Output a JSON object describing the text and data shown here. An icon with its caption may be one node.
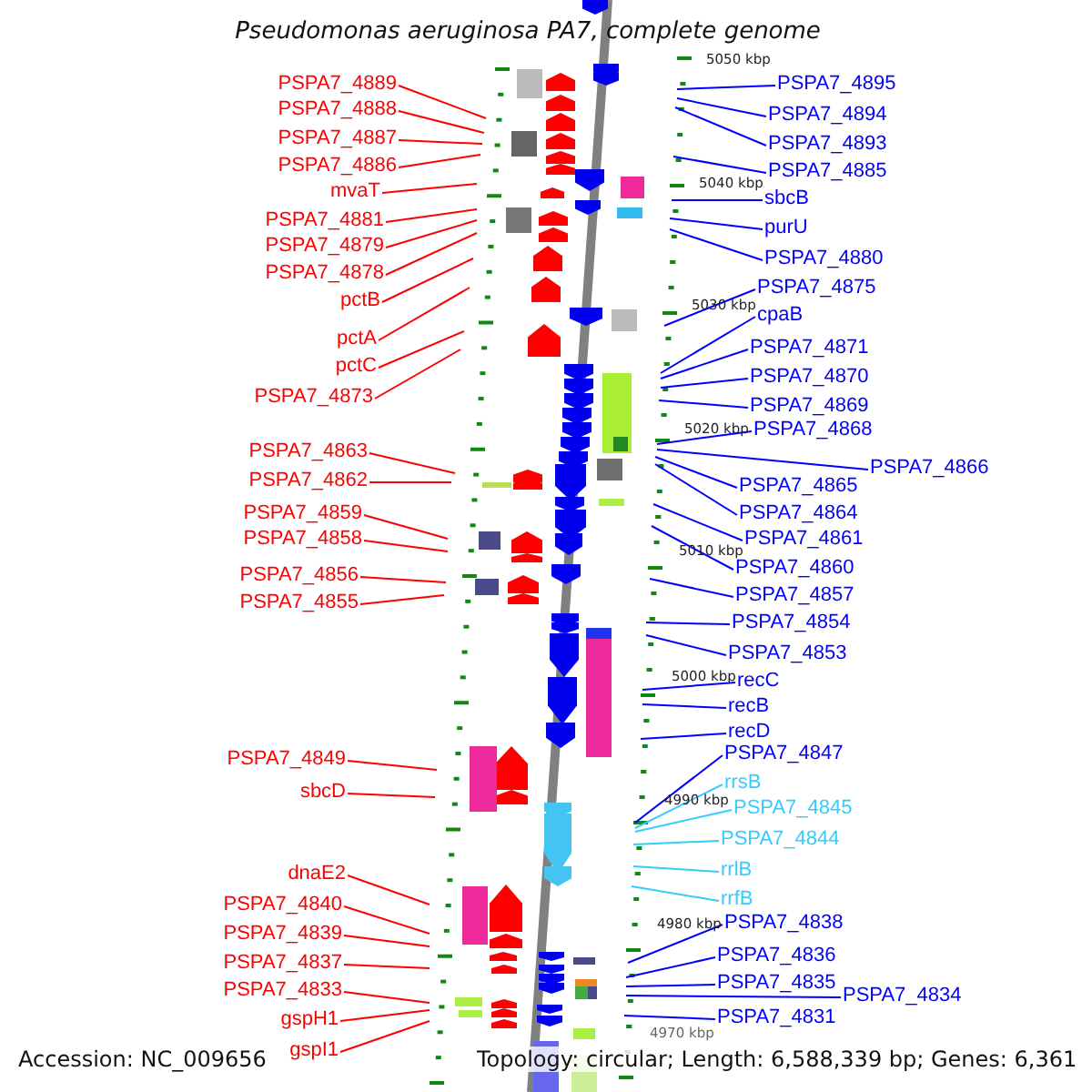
{
  "diagram": {
    "title": "Pseudomonas aeruginosa PA7, complete genome",
    "nodes": [
      {
        "text": [
          "PSPA7_4889"
        ]
      },
      {
        "text": [
          "PSPA7_4888"
        ]
      },
      {
        "text": [
          "PSPA7_4887"
        ]
      },
      {
        "text": [
          "PSPA7_4886"
        ]
      },
      {
        "text": [
          "mvaT"
        ]
      },
      {
        "text": [
          "PSPA7_4881"
        ]
      },
      {
        "text": [
          "PSPA7_4879"
        ]
      },
      {
        "text": [
          "PSPA7_4878"
        ]
      },
      {
        "text": [
          "pctB"
        ]
      },
      {
        "text": [
          "pctA"
        ]
      },
      {
        "text": [
          "pctC"
        ]
      },
      {
        "text": [
          "PSPA7_4873"
        ]
      },
      {
        "text": [
          "PSPA7_4863"
        ]
      },
      {
        "text": [
          "PSPA7_4862"
        ]
      },
      {
        "text": [
          "PSPA7_4859"
        ]
      },
      {
        "text": [
          "PSPA7_4858"
        ]
      },
      {
        "text": [
          "PSPA7_4856"
        ]
      },
      {
        "text": [
          "PSPA7_4855"
        ]
      },
      {
        "text": [
          "PSPA7_4849"
        ]
      },
      {
        "text": [
          "sbcD"
        ]
      },
      {
        "text": [
          "dnaE2"
        ]
      },
      {
        "text": [
          "PSPA7_4840"
        ]
      },
      {
        "text": [
          "PSPA7_4839"
        ]
      },
      {
        "text": [
          "PSPA7_4837"
        ]
      },
      {
        "text": [
          "PSPA7_4833"
        ]
      },
      {
        "text": [
          "gspH1"
        ]
      },
      {
        "text": [
          "gspI1"
        ]
      },
      {
        "text": [
          "PSPA7_4895"
        ]
      },
      {
        "text": [
          "PSPA7_4894"
        ]
      },
      {
        "text": [
          "PSPA7_4893"
        ]
      },
      {
        "text": [
          "PSPA7_4885"
        ]
      },
      {
        "text": [
          "sbcB"
        ]
      },
      {
        "text": [
          "purU"
        ]
      },
      {
        "text": [
          "PSPA7_4880"
        ]
      },
      {
        "text": [
          "PSPA7_4875"
        ]
      },
      {
        "text": [
          "cpaB"
        ]
      },
      {
        "text": [
          "PSPA7_4871"
        ]
      },
      {
        "text": [
          "PSPA7_4870"
        ]
      },
      {
        "text": [
          "PSPA7_4869"
        ]
      },
      {
        "text": [
          "PSPA7_4868"
        ]
      },
      {
        "text": [
          "PSPA7_4866"
        ]
      },
      {
        "text": [
          "PSPA7_4865"
        ]
      },
      {
        "text": [
          "PSPA7_4864"
        ]
      },
      {
        "text": [
          "PSPA7_4861"
        ]
      },
      {
        "text": [
          "PSPA7_4860"
        ]
      },
      {
        "text": [
          "PSPA7_4857"
        ]
      },
      {
        "text": [
          "PSPA7_4854"
        ]
      },
      {
        "text": [
          "PSPA7_4853"
        ]
      },
      {
        "text": [
          "recC"
        ]
      },
      {
        "text": [
          "recB"
        ]
      },
      {
        "text": [
          "recD"
        ]
      },
      {
        "text": [
          "PSPA7_4847"
        ]
      },
      {
        "text": [
          "rrsB"
        ]
      },
      {
        "text": [
          "PSPA7_4845"
        ]
      },
      {
        "text": [
          "PSPA7_4844"
        ]
      },
      {
        "text": [
          "rrlB"
        ]
      },
      {
        "text": [
          "rrfB"
        ]
      },
      {
        "text": [
          "PSPA7_4838"
        ]
      },
      {
        "text": [
          "PSPA7_4836"
        ]
      },
      {
        "text": [
          "PSPA7_4835"
        ]
      },
      {
        "text": [
          "PSPA7_4834"
        ]
      },
      {
        "text": [
          "PSPA7_4831"
        ]
      }
    ],
    "edges": [
      {
        "from": 0,
        "to": null,
        "arrow": "none",
        "color": "#ff0000"
      },
      {
        "from": 1,
        "to": null,
        "arrow": "none",
        "color": "#ff0000"
      },
      {
        "from": 2,
        "to": null,
        "arrow": "none",
        "color": "#ff0000"
      },
      {
        "from": 3,
        "to": null,
        "arrow": "none",
        "color": "#ff0000"
      },
      {
        "from": 4,
        "to": null,
        "arrow": "none",
        "color": "#ff0000"
      },
      {
        "from": 5,
        "to": null,
        "arrow": "none",
        "color": "#ff0000"
      },
      {
        "from": 6,
        "to": null,
        "arrow": "none",
        "color": "#ff0000"
      },
      {
        "from": 7,
        "to": null,
        "arrow": "none",
        "color": "#ff0000"
      },
      {
        "from": 8,
        "to": null,
        "arrow": "none",
        "color": "#ff0000"
      },
      {
        "from": 9,
        "to": null,
        "arrow": "none",
        "color": "#ff0000"
      },
      {
        "from": 10,
        "to": null,
        "arrow": "none",
        "color": "#ff0000"
      },
      {
        "from": 11,
        "to": null,
        "arrow": "none",
        "color": "#ff0000"
      },
      {
        "from": 12,
        "to": null,
        "arrow": "none",
        "color": "#ff0000"
      },
      {
        "from": 13,
        "to": null,
        "arrow": "none",
        "color": "#ff0000"
      },
      {
        "from": 14,
        "to": null,
        "arrow": "none",
        "color": "#ff0000"
      },
      {
        "from": 15,
        "to": null,
        "arrow": "none",
        "color": "#ff0000"
      },
      {
        "from": 16,
        "to": null,
        "arrow": "none",
        "color": "#ff0000"
      },
      {
        "from": 17,
        "to": null,
        "arrow": "none",
        "color": "#ff0000"
      },
      {
        "from": 18,
        "to": null,
        "arrow": "none",
        "color": "#ff0000"
      },
      {
        "from": 19,
        "to": null,
        "arrow": "none",
        "color": "#ff0000"
      },
      {
        "from": 20,
        "to": null,
        "arrow": "none",
        "color": "#ff0000"
      },
      {
        "from": 21,
        "to": null,
        "arrow": "none",
        "color": "#ff0000"
      },
      {
        "from": 22,
        "to": null,
        "arrow": "none",
        "color": "#ff0000"
      },
      {
        "from": 23,
        "to": null,
        "arrow": "none",
        "color": "#ff0000"
      },
      {
        "from": 24,
        "to": null,
        "arrow": "none",
        "color": "#ff0000"
      },
      {
        "from": 25,
        "to": null,
        "arrow": "none",
        "color": "#ff0000"
      },
      {
        "from": 26,
        "to": null,
        "arrow": "none",
        "color": "#ff0000"
      },
      {
        "from": 27,
        "to": null,
        "arrow": "none"
      },
      {
        "from": 28,
        "to": null,
        "arrow": "none"
      },
      {
        "from": 29,
        "to": null,
        "arrow": "none"
      },
      {
        "from": 30,
        "to": null,
        "arrow": "none"
      },
      {
        "from": 31,
        "to": null,
        "arrow": "none"
      },
      {
        "from": 32,
        "to": null,
        "arrow": "none"
      },
      {
        "from": 33,
        "to": null,
        "arrow": "none"
      },
      {
        "from": 34,
        "to": null,
        "arrow": "none"
      },
      {
        "from": 35,
        "to": null,
        "arrow": "none"
      },
      {
        "from": 36,
        "to": null,
        "arrow": "none"
      },
      {
        "from": 37,
        "to": null,
        "arrow": "none"
      },
      {
        "from": 38,
        "to": null,
        "arrow": "none"
      },
      {
        "from": 39,
        "to": null,
        "arrow": "none"
      },
      {
        "from": 40,
        "to": null,
        "arrow": "none"
      },
      {
        "from": 41,
        "to": null,
        "arrow": "none"
      },
      {
        "from": 42,
        "to": null,
        "arrow": "none"
      },
      {
        "from": 43,
        "to": null,
        "arrow": "none"
      },
      {
        "from": 44,
        "to": null,
        "arrow": "none"
      },
      {
        "from": 45,
        "to": null,
        "arrow": "none"
      },
      {
        "from": 46,
        "to": null,
        "arrow": "none"
      },
      {
        "from": 47,
        "to": null,
        "arrow": "none"
      },
      {
        "from": 48,
        "to": null,
        "arrow": "none"
      },
      {
        "from": 49,
        "to": null,
        "arrow": "none"
      },
      {
        "from": 50,
        "to": null,
        "arrow": "none"
      },
      {
        "from": 51,
        "to": null,
        "arrow": "none"
      },
      {
        "from": 52,
        "to": null,
        "arrow": "none",
        "color": "#33ccff"
      },
      {
        "from": 53,
        "to": null,
        "arrow": "none",
        "color": "#33ccff"
      },
      {
        "from": 54,
        "to": null,
        "arrow": "none",
        "color": "#33ccff"
      },
      {
        "from": 55,
        "to": null,
        "arrow": "none",
        "color": "#33ccff"
      },
      {
        "from": 56,
        "to": null,
        "arrow": "none",
        "color": "#33ccff"
      },
      {
        "from": 57,
        "to": null,
        "arrow": "none"
      },
      {
        "from": 58,
        "to": null,
        "arrow": "none"
      },
      {
        "from": 59,
        "to": null,
        "arrow": "none"
      },
      {
        "from": 60,
        "to": null,
        "arrow": "none"
      },
      {
        "from": 61,
        "to": null,
        "arrow": "none"
      }
    ],
    "labels": [
      "5050 kbp",
      "5040 kbp",
      "5030 kbp",
      "5020 kbp",
      "5010 kbp",
      "5000 kbp",
      "4990 kbp",
      "4980 kbp",
      "4970 kbp",
      "Accession: NC_009656",
      "Topology: circular; Length: 6,588,339 bp; Genes: 6,361"
    ]
  }
}
